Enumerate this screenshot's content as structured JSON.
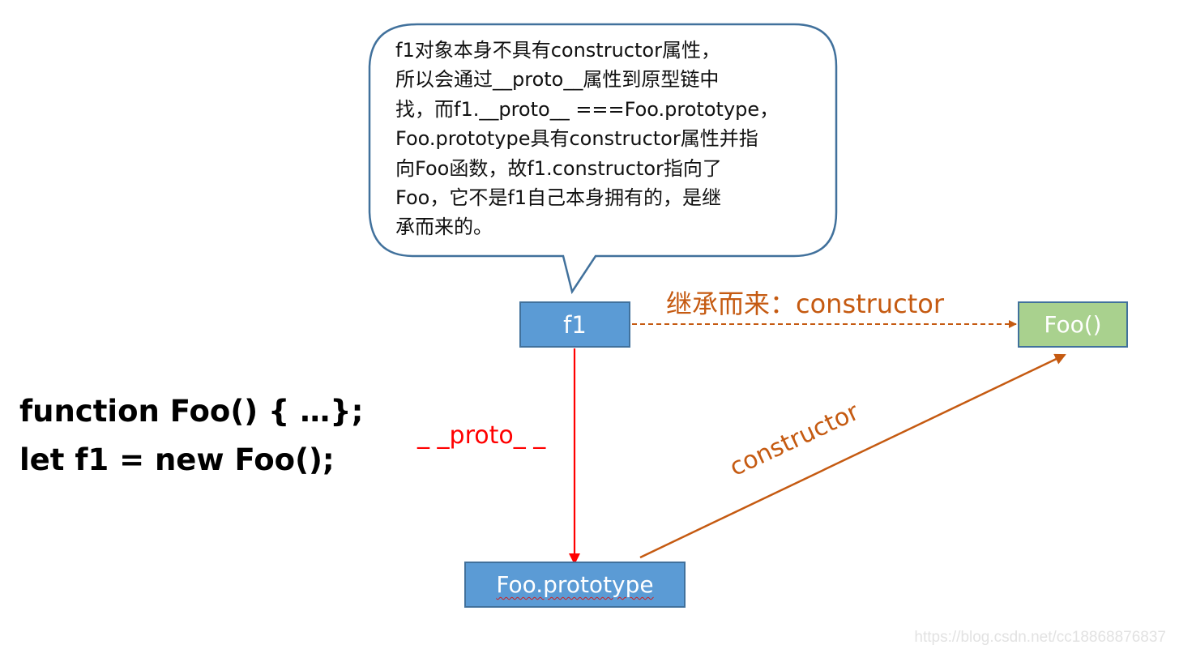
{
  "callout": {
    "lines": [
      "f1对象本身不具有constructor属性，",
      "所以会通过__proto__属性到原型链中",
      "找，而f1.__proto__ ===Foo.prototype，",
      "Foo.prototype具有constructor属性并指",
      "向Foo函数，故f1.constructor指向了",
      "Foo，它不是f1自己本身拥有的，是继",
      "承而来的。"
    ]
  },
  "nodes": {
    "f1": "f1",
    "foo": "Foo()",
    "foo_prototype": "Foo.prototype"
  },
  "edges": {
    "inherited_label": "继承而来：constructor",
    "proto_label": "_ _proto_ _",
    "constructor_label": "constructor"
  },
  "code": {
    "line1": "function Foo() { …};",
    "line2": "let f1 = new Foo();"
  },
  "watermark": "https://blog.csdn.net/cc18868876837",
  "colors": {
    "node_blue": "#5b9bd5",
    "node_green": "#a9d18e",
    "node_border": "#41719c",
    "inherit_orange": "#c55a11",
    "proto_red": "#ff0000"
  }
}
